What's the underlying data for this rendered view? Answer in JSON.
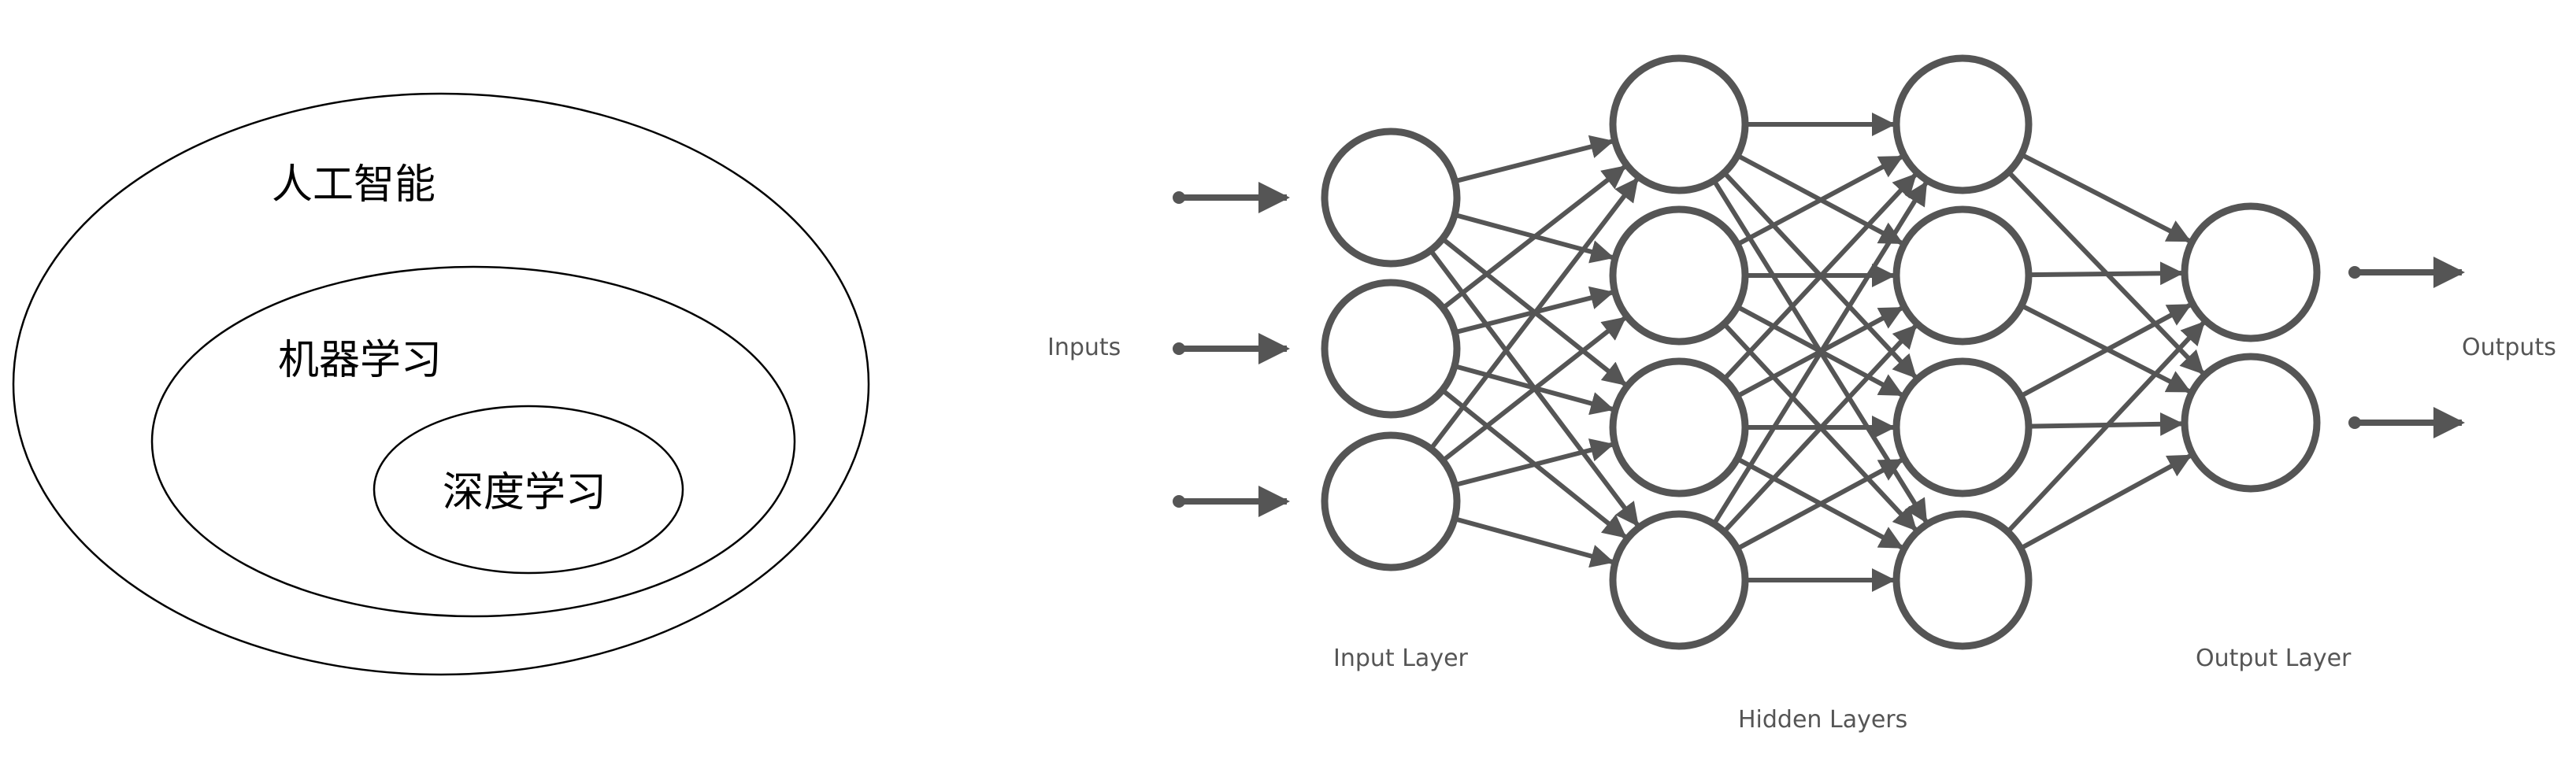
{
  "venn": {
    "outer_label": "人工智能",
    "middle_label": "机器学习",
    "inner_label": "深度学习",
    "stroke_color": "#000000"
  },
  "network": {
    "inputs_label": "Inputs",
    "outputs_label": "Outputs",
    "input_layer_label": "Input Layer",
    "hidden_layers_label": "Hidden Layers",
    "output_layer_label": "Output Layer",
    "stroke_color": "#555555",
    "layer_sizes": [
      3,
      4,
      4,
      2
    ]
  }
}
